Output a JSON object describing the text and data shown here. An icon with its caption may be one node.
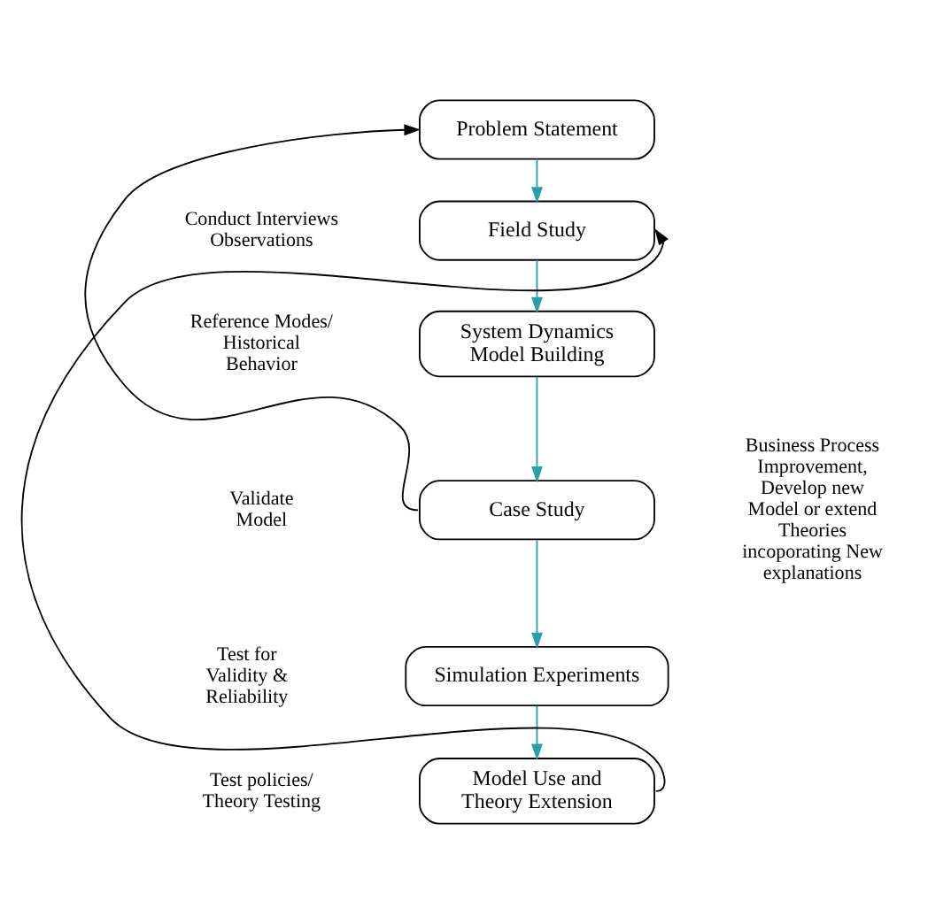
{
  "diagram": {
    "nodes": [
      {
        "text": [
          "Problem Statement"
        ]
      },
      {
        "text": [
          "Field Study"
        ]
      },
      {
        "text": [
          "System Dynamics Model Building"
        ]
      },
      {
        "text": [
          "Case Study"
        ]
      },
      {
        "text": [
          "Simulation Experiments"
        ]
      },
      {
        "text": [
          "Model Use and Theory Extension"
        ]
      }
    ],
    "edges": [
      {
        "from": 0,
        "to": 1,
        "arrow": "to"
      },
      {
        "from": 1,
        "to": 2,
        "arrow": "to"
      },
      {
        "from": 2,
        "to": 3,
        "arrow": "to"
      },
      {
        "from": 3,
        "to": 4,
        "arrow": "to"
      },
      {
        "from": 4,
        "to": 5,
        "arrow": "to"
      },
      {
        "from": 3,
        "to": 0,
        "arrow": "to",
        "color": "#000000"
      },
      {
        "from": 5,
        "to": 1,
        "arrow": "to",
        "color": "#000000"
      }
    ],
    "labels": [
      "Conduct Interviews Observations",
      "Reference Modes/ Historical Behavior",
      "Validate Model",
      "Business Process Improvement, Develop new Model or extend Theories incoporating New explanations",
      "Test for Validity & Reliability",
      "Test policies/ Theory Testing"
    ]
  }
}
